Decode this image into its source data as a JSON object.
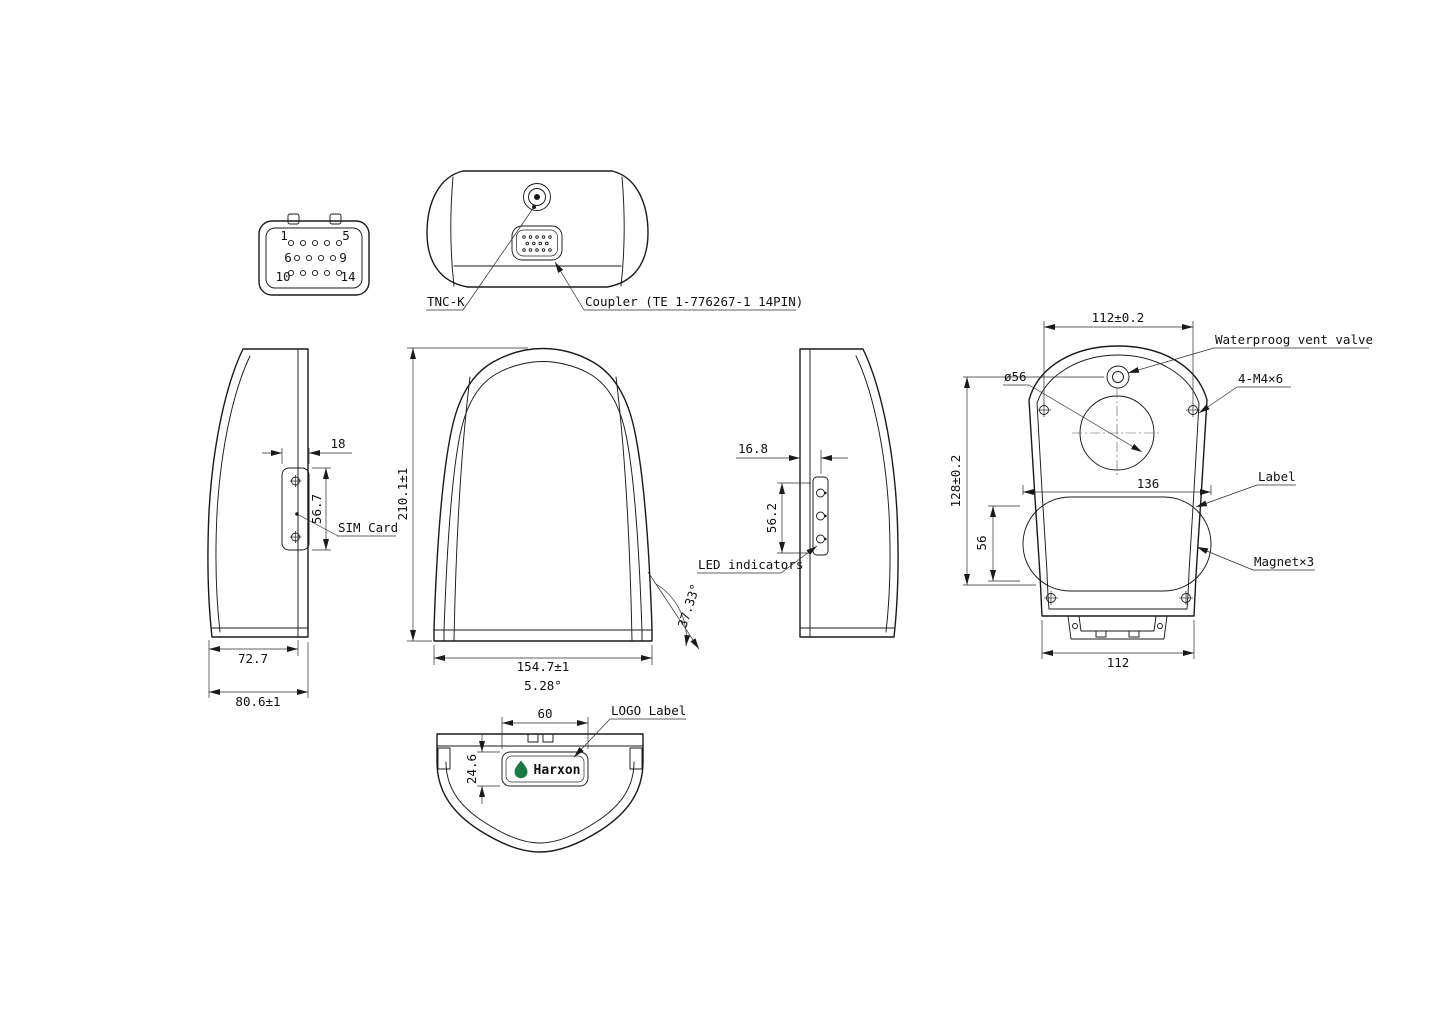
{
  "colors": {
    "line": "#1a1a1a",
    "logo": "#1b7a43"
  },
  "connector": {
    "pins": [
      "1",
      "5",
      "6",
      "9",
      "10",
      "14"
    ]
  },
  "top": {
    "tnc": "TNC-K",
    "coupler": "Coupler (TE 1-776267-1 14PIN)"
  },
  "left": {
    "dim_width_18": "18",
    "dim_height_567": "56.7",
    "sim": "SIM Card",
    "dim_727": "72.7",
    "dim_806": "80.6±1"
  },
  "front": {
    "dim_height": "210.1±1",
    "dim_width": "154.7±1",
    "angle_base": "5.28°",
    "angle_side": "37.33°"
  },
  "right": {
    "dim_168": "16.8",
    "dim_562": "56.2",
    "led": "LED indicators"
  },
  "back": {
    "dim_top": "112±0.2",
    "vent": "Waterproog vent valve",
    "dia": "ø56",
    "screws": "4-M4×6",
    "label": "Label",
    "dim_136": "136",
    "dim_128": "128±0.2",
    "dim_56": "56",
    "magnet": "Magnet×3",
    "dim_bottom": "112"
  },
  "bottom": {
    "dim_60": "60",
    "dim_246": "24.6",
    "logo_label": "LOGO Label",
    "logo_text": "Harxon"
  }
}
